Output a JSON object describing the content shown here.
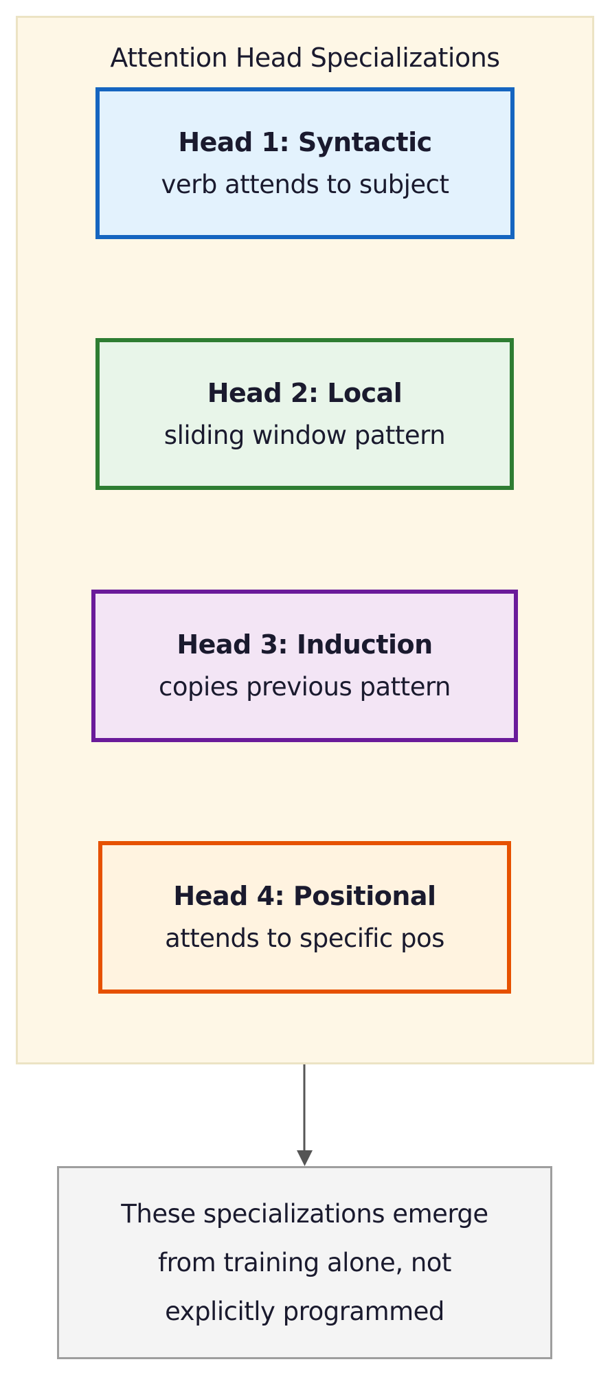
{
  "cluster": {
    "title": "Attention Head Specializations",
    "background": "#fef7e6",
    "border": "#ece3c4"
  },
  "heads": [
    {
      "title": "Head 1: Syntactic",
      "subtitle": "verb attends to subject",
      "border": "#1565c0",
      "fill": "#e3f2fd"
    },
    {
      "title": "Head 2: Local",
      "subtitle": "sliding window pattern",
      "border": "#2e7d32",
      "fill": "#e8f5e9"
    },
    {
      "title": "Head 3: Induction",
      "subtitle": "copies previous pattern",
      "border": "#6a1b9a",
      "fill": "#f3e5f5"
    },
    {
      "title": "Head 4: Positional",
      "subtitle": "attends to specific pos",
      "border": "#e65100",
      "fill": "#fff3e0"
    }
  ],
  "edge": {
    "from": "cluster",
    "to": "note",
    "color": "#555555"
  },
  "note": {
    "lines": [
      "These specializations emerge",
      "from training alone, not",
      "explicitly programmed"
    ],
    "fill": "#f4f4f4",
    "border": "#9e9e9e"
  }
}
